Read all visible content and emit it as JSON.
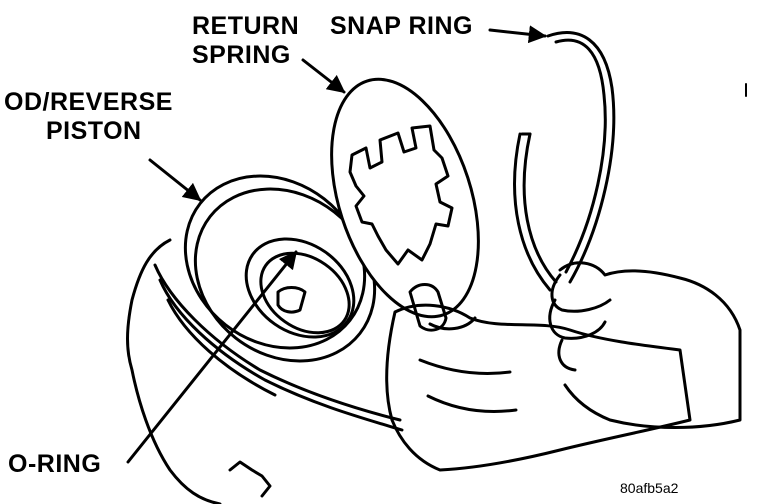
{
  "labels": {
    "return_spring_line1": "RETURN",
    "return_spring_line2": "SPRING",
    "snap_ring": "SNAP RING",
    "od_reverse_line1": "OD/REVERSE",
    "od_reverse_line2": "PISTON",
    "o_ring": "O-RING"
  },
  "figure_code": "80afb5a2",
  "colors": {
    "ink": "#000000",
    "paper": "#ffffff"
  }
}
